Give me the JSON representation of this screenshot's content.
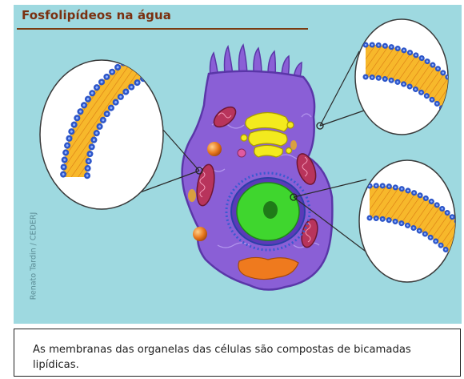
{
  "title": "Fosfolipídeos na água",
  "credit": "Renato Tardin / CEDERJ",
  "caption": "As membranas das organelas das células são compostas de bicamadas lipídicas.",
  "colors": {
    "background": "#9ed9e0",
    "title": "#7a2f0f",
    "cytoplasm": "#8a5fd6",
    "nucleus": "#3fd62e",
    "golgi": "#f3ea1e",
    "mitochondria": "#b8345c",
    "lipid_tails": "#f5b62a",
    "phospholipid_heads": "#2c55c8"
  }
}
